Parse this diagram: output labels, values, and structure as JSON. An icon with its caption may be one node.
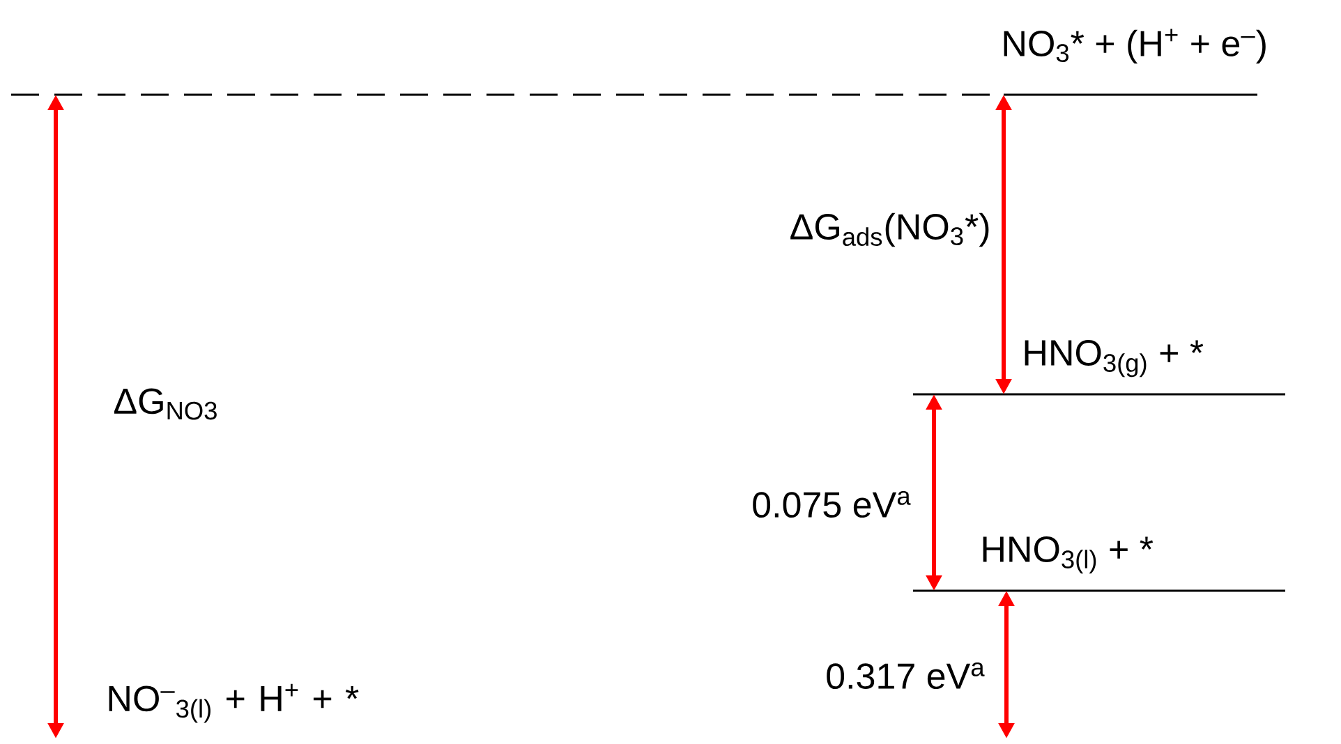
{
  "diagram": {
    "nodes": [
      {
        "text": [
          "NO$_{3}$* + (H$^{+}$ + e$^{–}$)"
        ]
      },
      {
        "text": [
          "HNO$_{3(g)}$ + *"
        ]
      },
      {
        "text": [
          "HNO$_{3(l)}$ + *"
        ]
      },
      {
        "text": [
          "NO$^{–}$$_{3(l)}$ + H$^{+}$ + *"
        ]
      }
    ],
    "edges": [
      {
        "from": 0,
        "to": 3,
        "arrow": "both",
        "label": "ΔG$_{NO3}$"
      },
      {
        "from": 0,
        "to": 1,
        "arrow": "both",
        "label": "ΔG$_{ads}$(NO$_{3}$*)"
      },
      {
        "from": 1,
        "to": 2,
        "arrow": "both",
        "label": "0.075 eV$^{a}$"
      },
      {
        "from": 2,
        "to": null,
        "arrow": "both",
        "label": "0.317 eV$^{a}$"
      }
    ]
  }
}
